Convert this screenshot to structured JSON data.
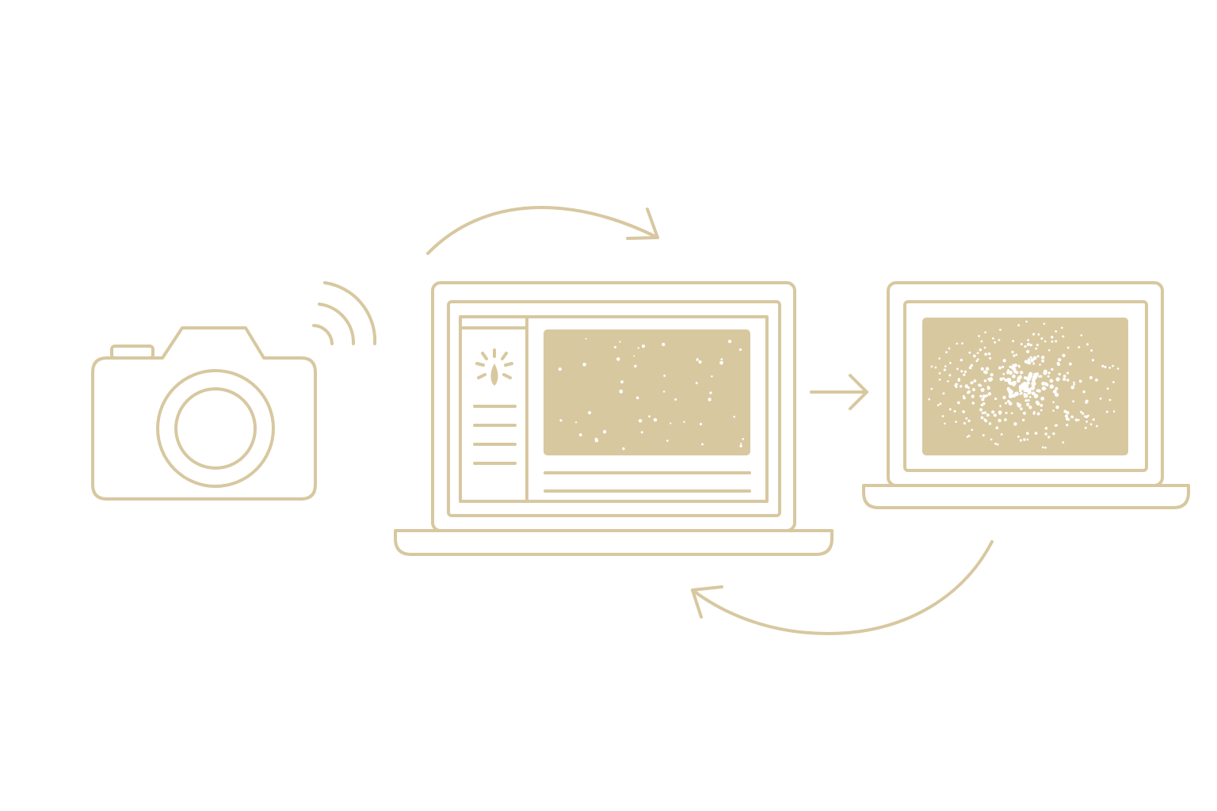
{
  "colors": {
    "line": "#d8c8a0",
    "fill": "#d8c8a0",
    "background": "#ffffff",
    "speckle": "#ffffff"
  },
  "diagram": {
    "nodes": [
      {
        "id": "camera",
        "icon": "camera-icon"
      },
      {
        "id": "editing-laptop",
        "icon": "laptop-icon"
      },
      {
        "id": "display-laptop",
        "icon": "laptop-icon"
      }
    ],
    "connections": [
      {
        "from": "camera",
        "to": "editing-laptop",
        "icon": "wireless-signal-icon"
      },
      {
        "from": "editing-laptop",
        "to": "editing-laptop",
        "icon": "curved-arrow-icon"
      },
      {
        "from": "editing-laptop",
        "to": "display-laptop",
        "icon": "arrow-right-icon"
      },
      {
        "from": "display-laptop",
        "to": "editing-laptop",
        "icon": "curved-arrow-icon"
      }
    ]
  }
}
